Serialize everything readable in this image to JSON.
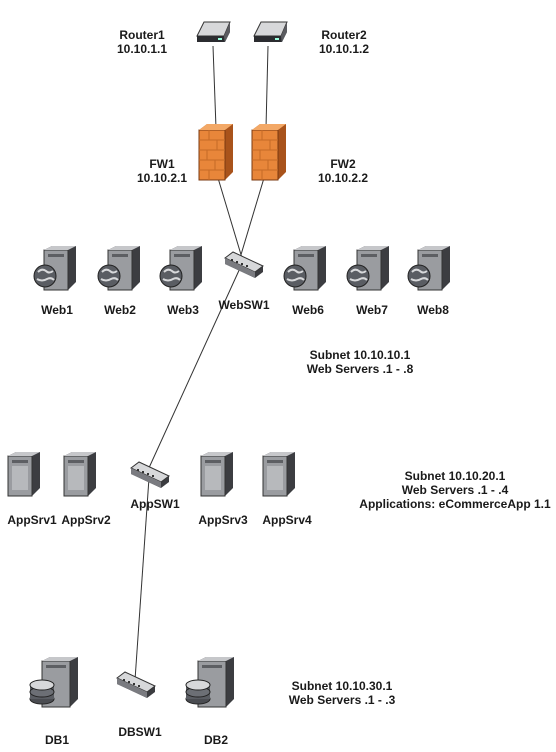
{
  "routers": [
    {
      "name": "Router1",
      "ip": "10.10.1.1"
    },
    {
      "name": "Router2",
      "ip": "10.10.1.2"
    }
  ],
  "firewalls": [
    {
      "name": "FW1",
      "ip": "10.10.2.1"
    },
    {
      "name": "FW2",
      "ip": "10.10.2.2"
    }
  ],
  "switches": {
    "web": "WebSW1",
    "app": "AppSW1",
    "db": "DBSW1"
  },
  "web_servers": [
    "Web1",
    "Web2",
    "Web3",
    "Web6",
    "Web7",
    "Web8"
  ],
  "app_servers": [
    "AppSrv1",
    "AppSrv2",
    "AppSrv3",
    "AppSrv4"
  ],
  "db_servers": [
    "DB1",
    "DB2"
  ],
  "subnets": {
    "web": [
      "Subnet 10.10.10.1",
      "Web Servers .1 - .8"
    ],
    "app": [
      "Subnet 10.10.20.1",
      "Web Servers .1 - .4",
      "Applications: eCommerceApp 1.1"
    ],
    "db": [
      "Subnet 10.10.30.1",
      "Web Servers .1 - .3"
    ]
  },
  "colors": {
    "line": "#333333",
    "firewall": "#e8863a",
    "firewall_dark": "#a9531b",
    "server_body": "#9a9ca0",
    "server_dark": "#3c3d41",
    "globe": "#5a5d63",
    "device": "#d7d8da"
  }
}
